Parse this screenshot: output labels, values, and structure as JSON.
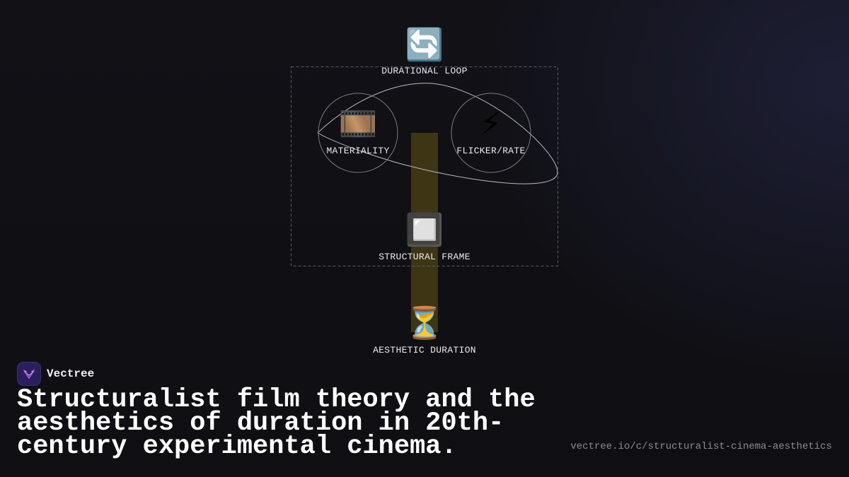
{
  "diagram": {
    "nodes": {
      "loop": {
        "label": "DURATIONAL LOOP",
        "icon": "🔄",
        "icon_name": "loop-arrows-icon"
      },
      "materiality": {
        "label": "MATERIALITY",
        "icon": "🎞️",
        "icon_name": "film-frames-icon"
      },
      "flicker": {
        "label": "FLICKER/RATE",
        "icon": "⚡",
        "icon_name": "lightning-icon"
      },
      "frame": {
        "label": "STRUCTURAL FRAME",
        "icon": "🔲",
        "icon_name": "square-frame-icon"
      },
      "duration": {
        "label": "AESTHETIC DURATION",
        "icon": "⏳",
        "icon_name": "hourglass-icon"
      }
    },
    "colors": {
      "beam": "#3d3514",
      "outline": "#8a8a92",
      "dashed_box": "#5a5a62"
    }
  },
  "brand": {
    "name": "Vectree",
    "logo_icon": "vectree-logo-icon",
    "logo_color": "#a35bdc"
  },
  "headline": "Structuralist film theory and the aesthetics of duration in 20th-century experimental cinema.",
  "footer": {
    "url": "vectree.io/c/structuralist-cinema-aesthetics"
  }
}
